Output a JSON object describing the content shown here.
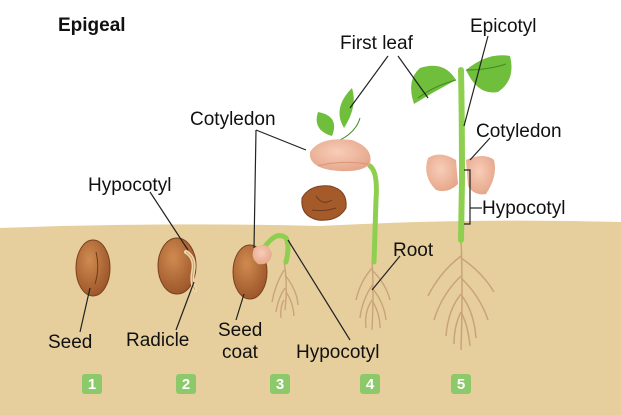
{
  "title": "Epigeal",
  "labels": {
    "first_leaf": "First leaf",
    "epicotyl": "Epicotyl",
    "cotyledon_left": "Cotyledon",
    "cotyledon_right": "Cotyledon",
    "hypocotyl_top": "Hypocotyl",
    "hypocotyl_right": "Hypocotyl",
    "hypocotyl_bottom": "Hypocotyl",
    "root": "Root",
    "seed": "Seed",
    "radicle": "Radicle",
    "seed_coat_line1": "Seed",
    "seed_coat_line2": "coat"
  },
  "steps": [
    "1",
    "2",
    "3",
    "4",
    "5"
  ],
  "colors": {
    "soil": "#e6cf9c",
    "seed": "#b8703c",
    "cotyledon": "#f0b79e",
    "stem": "#8fcf4f",
    "leaf": "#6fbe3c",
    "root": "#caa37a",
    "badge": "#8cc96b"
  }
}
